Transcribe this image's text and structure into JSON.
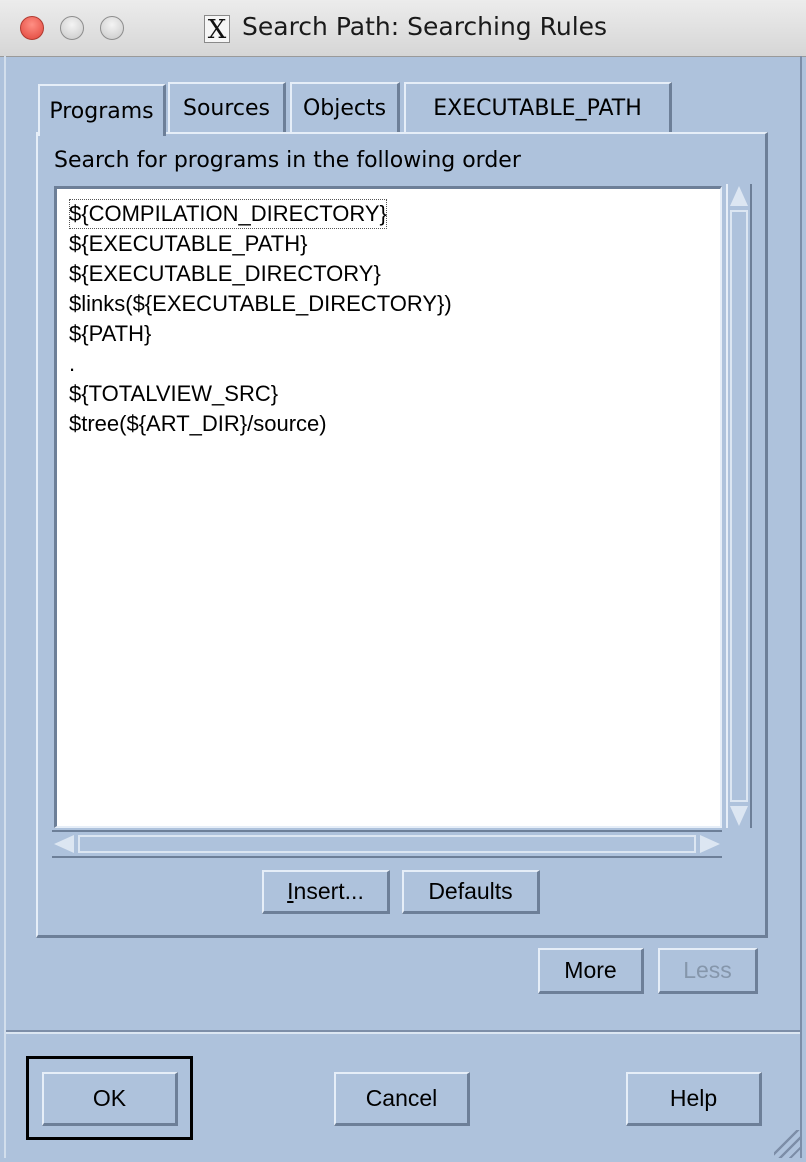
{
  "window": {
    "title": "Search Path: Searching Rules",
    "app_icon_glyph": "X",
    "accent_background": "#aec2dc"
  },
  "tabs": [
    {
      "label": "Programs",
      "active": true
    },
    {
      "label": "Sources",
      "active": false
    },
    {
      "label": "Objects",
      "active": false
    },
    {
      "label": "EXECUTABLE_PATH",
      "active": false
    }
  ],
  "panel": {
    "description": "Search for programs in the following order",
    "paths": [
      "${COMPILATION_DIRECTORY}",
      "${EXECUTABLE_PATH}",
      "${EXECUTABLE_DIRECTORY}",
      "$links(${EXECUTABLE_DIRECTORY})",
      "${PATH}",
      ".",
      "${TOTALVIEW_SRC}",
      "$tree(${ART_DIR}/source)"
    ],
    "insert_label_mnemonic": "I",
    "insert_label_rest": "nsert...",
    "defaults_label": "Defaults"
  },
  "more_label": "More",
  "less_label": "Less",
  "footer": {
    "ok_label": "OK",
    "cancel_label": "Cancel",
    "help_label": "Help"
  }
}
